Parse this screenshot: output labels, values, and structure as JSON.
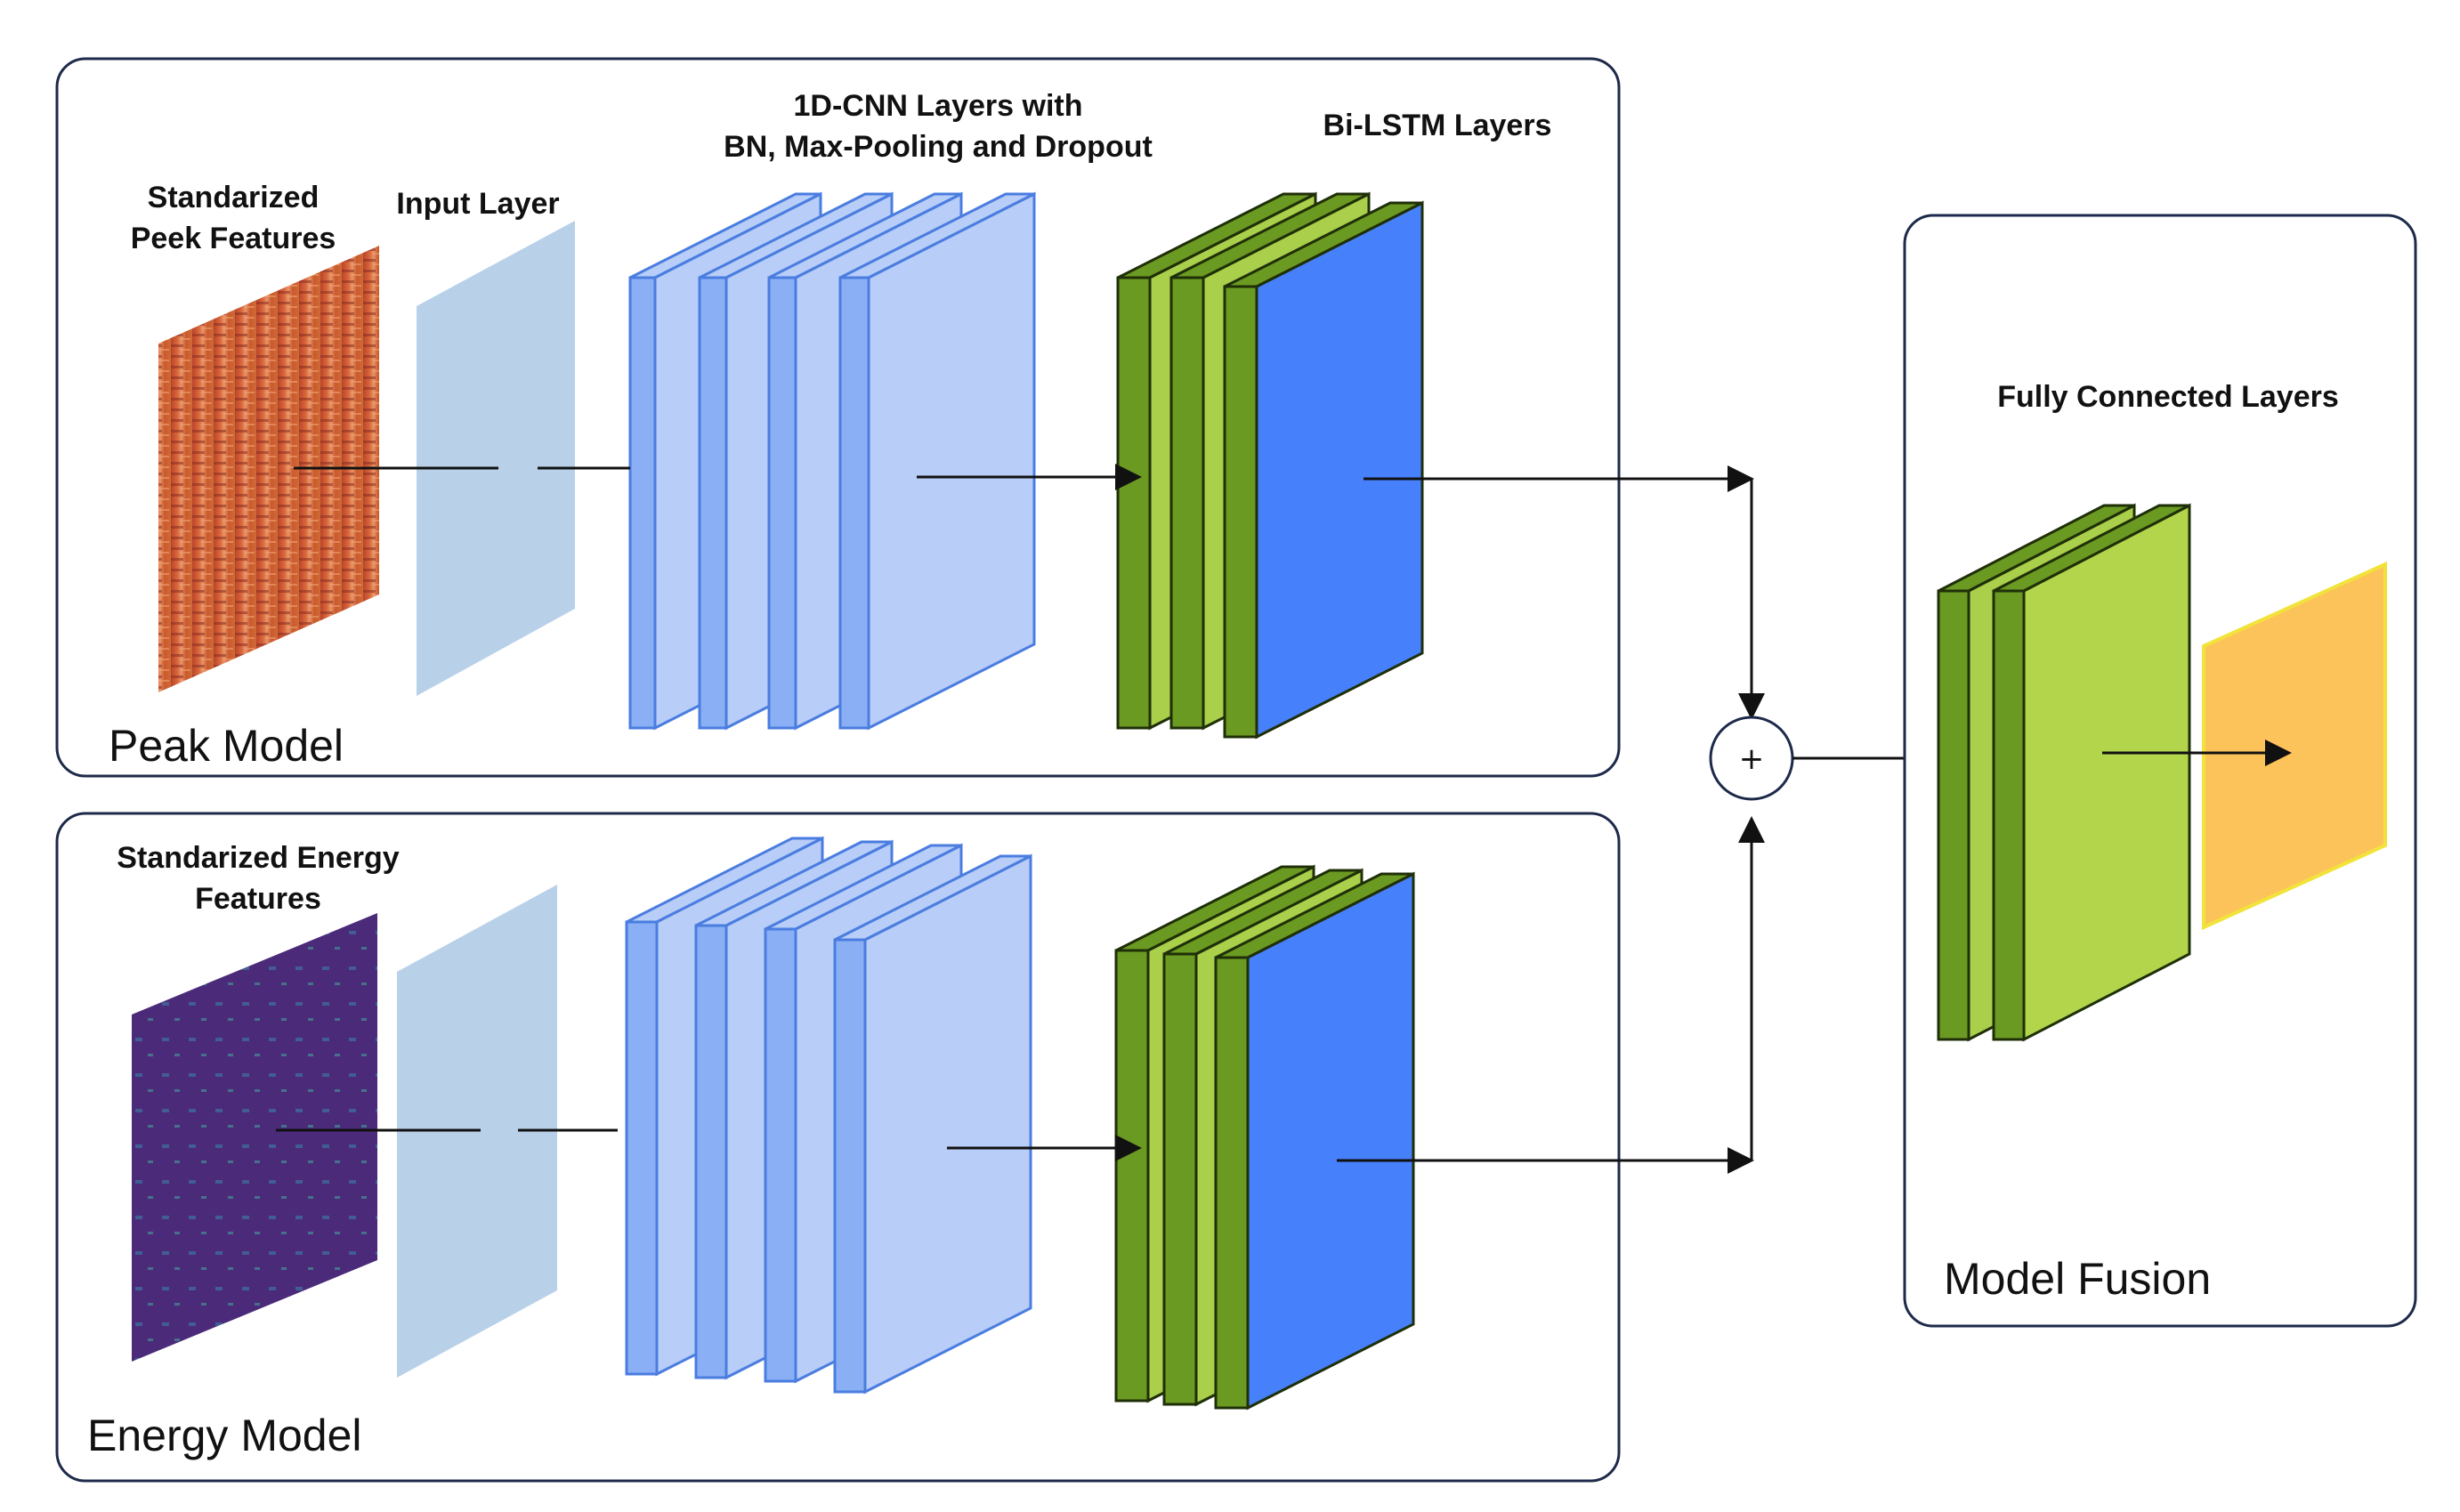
{
  "peak_model": {
    "title": "Peak Model",
    "features_label_line1": "Standarized",
    "features_label_line2": "Peek Features",
    "input_label": "Input Layer",
    "cnn_label_line1": "1D-CNN Layers with",
    "cnn_label_line2": "BN, Max-Pooling and Dropout",
    "bilstm_label": "Bi-LSTM Layers"
  },
  "energy_model": {
    "title": "Energy Model",
    "features_label_line1": "Standarized Energy",
    "features_label_line2": "Features"
  },
  "fusion": {
    "title": "Model Fusion",
    "fc_label": "Fully Connected Layers",
    "operator_symbol": "+"
  },
  "colors": {
    "cnn_front": "#b8cdf7",
    "cnn_side": "#8aaff5",
    "cnn_stroke": "#4a7de0",
    "lstm_dark": "#6b9a22",
    "lstm_light": "#a9cf4b",
    "lstm_blue": "#4680fb",
    "fc_light": "#b2d54c",
    "output_fill": "#fdc35b",
    "output_stroke": "#f2e33a",
    "input_layer": "#b4cfe8",
    "peak_heatmap": "#c9572a",
    "energy_heatmap": "#4b2a7a"
  }
}
